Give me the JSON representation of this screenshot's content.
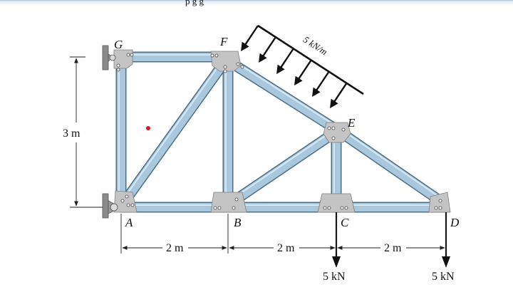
{
  "header": {
    "fragment_text": "p              g      g"
  },
  "joints": {
    "A": "A",
    "B": "B",
    "C": "C",
    "D": "D",
    "E": "E",
    "F": "F",
    "G": "G"
  },
  "dimensions": {
    "height": "3 m",
    "span_AB": "2 m",
    "span_BC": "2 m",
    "span_CD": "2 m"
  },
  "loads": {
    "distributed": "5 kN/m",
    "point_C": "5 kN",
    "point_D": "5 kN"
  },
  "colors": {
    "member": "#a9c8de",
    "member_edge": "#4d6f86",
    "gusset": "#c4c4c4",
    "marker": "#e0161b"
  }
}
